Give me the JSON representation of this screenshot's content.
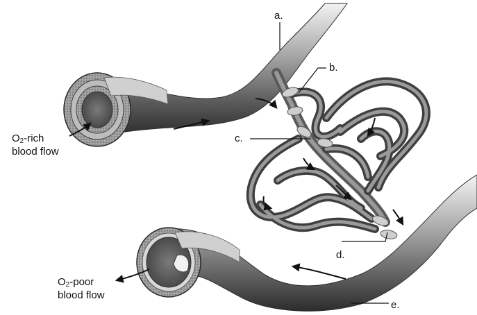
{
  "labels": {
    "a": "a.",
    "b": "b.",
    "c": "c.",
    "d": "d.",
    "e": "e."
  },
  "flow_labels": {
    "rich": {
      "o": "O",
      "sub": "2",
      "rest": "-rich",
      "line2": "blood flow"
    },
    "poor": {
      "o": "O",
      "sub": "2",
      "rest": "-poor",
      "line2": "blood flow"
    }
  },
  "colors": {
    "vessel_dark": "#3d3d3d",
    "vessel_mid": "#8a8a8a",
    "vessel_light": "#d6d6d6",
    "capillary": "#6e6e6e",
    "sphincter": "#cfcfcf",
    "arrow": "#111111"
  },
  "icons": [
    "arrow-icon"
  ]
}
